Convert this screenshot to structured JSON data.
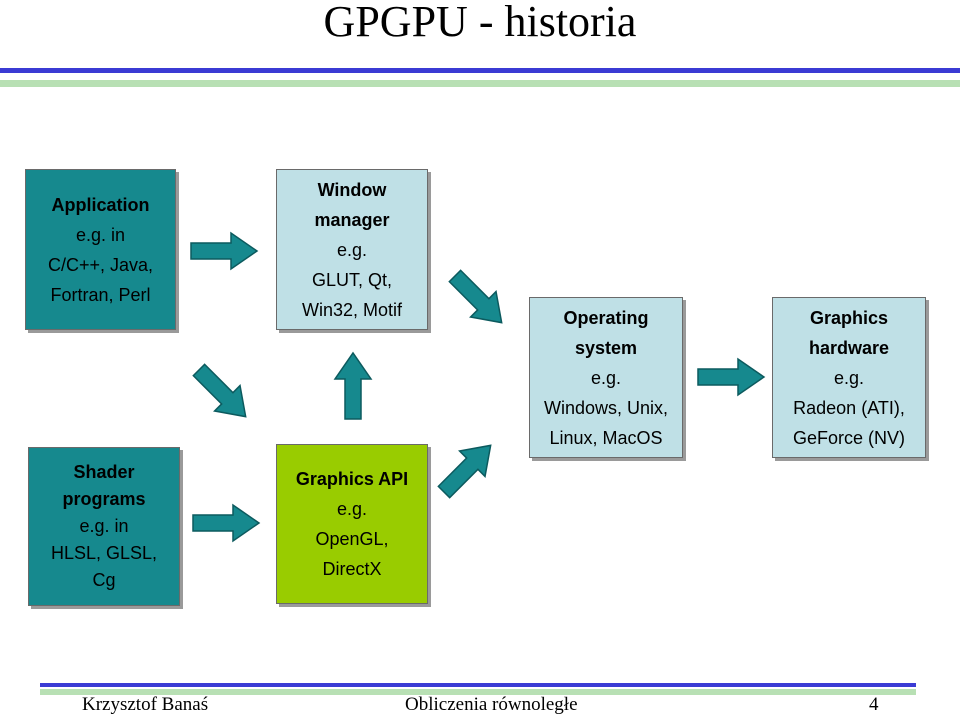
{
  "title": "GPGPU - historia",
  "boxes": {
    "application": {
      "title": "Application",
      "lines": [
        "e.g. in",
        "C/C++, Java,",
        "Fortran, Perl"
      ]
    },
    "window_manager": {
      "title": [
        "Window",
        "manager"
      ],
      "lines": [
        "e.g.",
        "GLUT, Qt,",
        "Win32, Motif"
      ]
    },
    "operating_system": {
      "title": [
        "Operating",
        "system"
      ],
      "lines": [
        "e.g.",
        "Windows, Unix,",
        "Linux, MacOS"
      ]
    },
    "graphics_hardware": {
      "title": [
        "Graphics",
        "hardware"
      ],
      "lines": [
        "e.g.",
        "Radeon (ATI),",
        "GeForce (NV)"
      ]
    },
    "shader_programs": {
      "title": [
        "Shader",
        "programs"
      ],
      "lines": [
        "e.g. in",
        "HLSL, GLSL,",
        "Cg"
      ]
    },
    "graphics_api": {
      "title": [
        "Graphics API"
      ],
      "lines": [
        "e.g.",
        "OpenGL,",
        "DirectX"
      ]
    }
  },
  "colors": {
    "teal": "#16898e",
    "light_blue": "#bfe0e6",
    "green": "#99cc00",
    "arrow": "#16898e"
  },
  "footer": {
    "author": "Krzysztof Banaś",
    "course": "Obliczenia równoległe",
    "page": "4"
  }
}
